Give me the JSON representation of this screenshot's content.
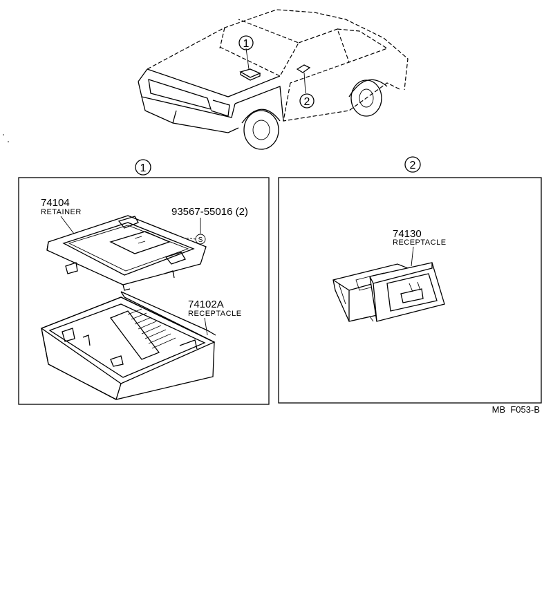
{
  "callouts": {
    "one": "1",
    "two": "2"
  },
  "panel1": {
    "retainer": {
      "part_number": "74104",
      "name": "RETAINER"
    },
    "screw": {
      "part_number": "93567-55016 (2)",
      "symbol": "S"
    },
    "receptacle": {
      "part_number": "74102A",
      "name": "RECEPTACLE"
    }
  },
  "panel2": {
    "receptacle": {
      "part_number": "74130",
      "name": "RECEPTACLE"
    }
  },
  "reference_code": "MB  F053-B"
}
